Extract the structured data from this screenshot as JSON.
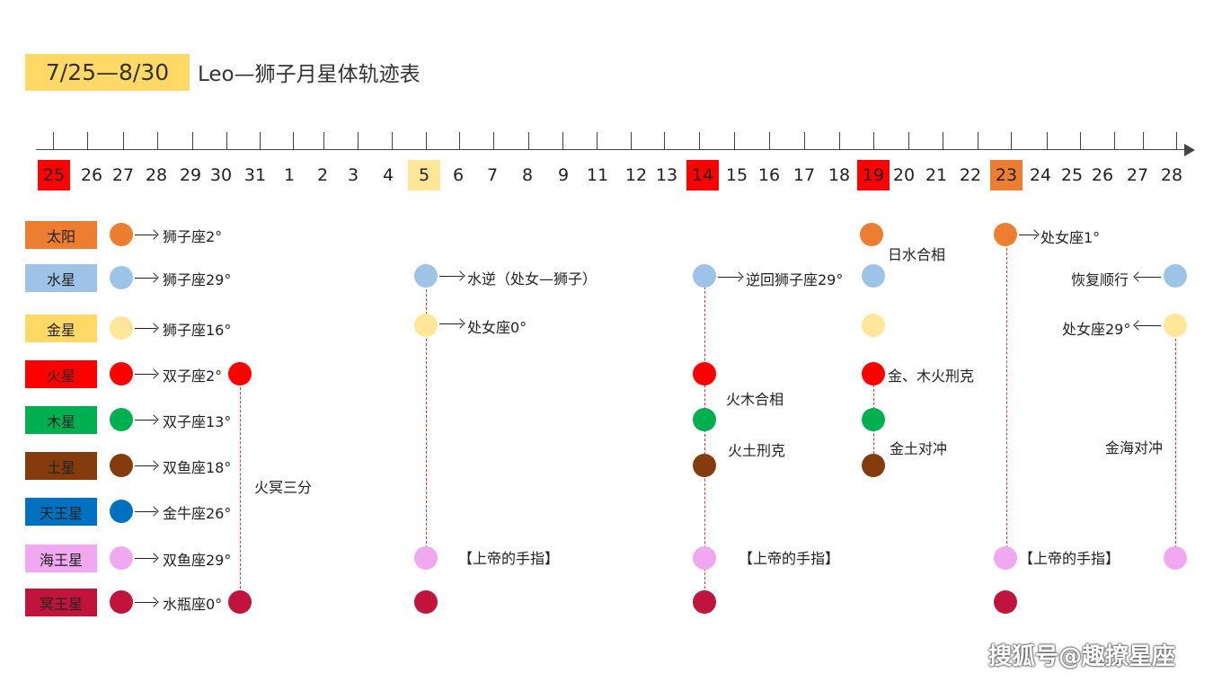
{
  "header": {
    "date_range": "7/25—8/30",
    "title": "Leo—狮子月星体轨迹表"
  },
  "timeline": {
    "days": [
      "25",
      "26",
      "27",
      "28",
      "29",
      "30",
      "31",
      "1",
      "2",
      "3",
      "4",
      "5",
      "6",
      "7",
      "8",
      "9",
      "11",
      "12",
      "13",
      "14",
      "15",
      "16",
      "17",
      "18",
      "19",
      "20",
      "21",
      "22",
      "23",
      "24",
      "25",
      "26",
      "27",
      "28"
    ],
    "highlights": [
      {
        "day_index": 0,
        "color": "#FF0000"
      },
      {
        "day_index": 11,
        "color": "#FFE699"
      },
      {
        "day_index": 19,
        "color": "#FF0000"
      },
      {
        "day_index": 24,
        "color": "#FF0000"
      },
      {
        "day_index": 28,
        "color": "#ED7D31"
      }
    ]
  },
  "planets": [
    {
      "label": "太阳",
      "color": "#ED7D31",
      "start": "狮子座2°"
    },
    {
      "label": "水星",
      "color": "#9DC3E6",
      "start": "狮子座29°"
    },
    {
      "label": "金星",
      "color": "#FFE699",
      "label_bg": "#FFD966",
      "start": "狮子座16°"
    },
    {
      "label": "火星",
      "color": "#FF0000",
      "start": "双子座2°"
    },
    {
      "label": "木星",
      "color": "#00B050",
      "start": "双子座13°"
    },
    {
      "label": "土星",
      "color": "#843C0C",
      "start": "双鱼座18°"
    },
    {
      "label": "天王星",
      "color": "#0070C0",
      "start": "金牛座26°"
    },
    {
      "label": "海王星",
      "color": "#F0A8F0",
      "start": "双鱼座29°"
    },
    {
      "label": "冥王星",
      "color": "#C0143C",
      "start": "水瓶座0°"
    }
  ],
  "events": {
    "e1": "火冥三分",
    "e2": "水逆（处女—狮子）",
    "e3": "处女座0°",
    "e4": "【上帝的手指】",
    "e5": "逆回狮子座29°",
    "e6": "火木合相",
    "e7": "火土刑克",
    "e8": "【上帝的手指】",
    "e9": "日水合相",
    "e10": "金、木火刑克",
    "e11": "金土对冲",
    "e12": "处女座1°",
    "e13": "【上帝的手指】",
    "e14": "恢复顺行",
    "e15": "处女座29°",
    "e16": "金海对冲"
  },
  "watermark": "搜狐号@趣撩星座"
}
